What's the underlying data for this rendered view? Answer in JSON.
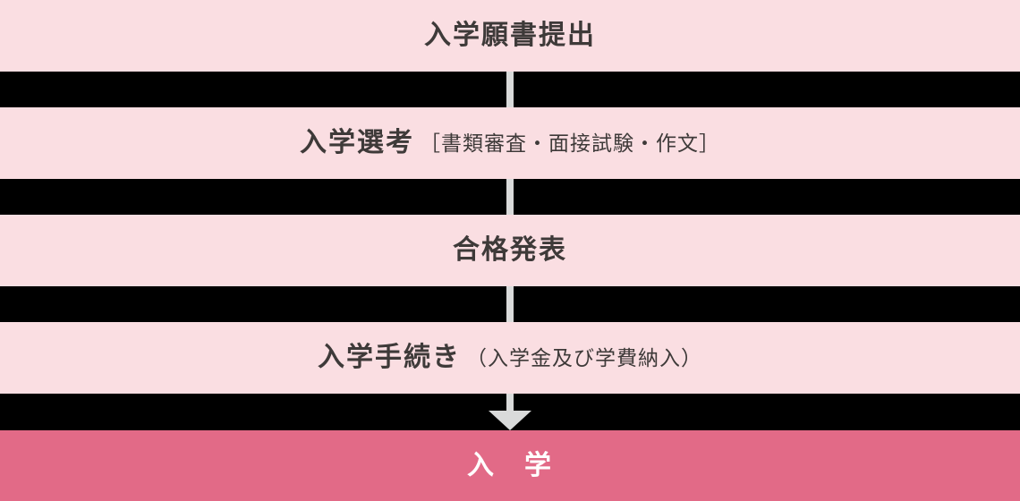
{
  "flow": {
    "steps": [
      {
        "title": "入学願書提出",
        "note": ""
      },
      {
        "title": "入学選考",
        "note": "［書類審査・面接試験・作文］"
      },
      {
        "title": "合格発表",
        "note": ""
      },
      {
        "title": "入学手続き",
        "note": "（入学金及び学費納入）"
      }
    ],
    "final": {
      "title": "入　学"
    },
    "colors": {
      "band_background": "#fadee2",
      "gap_background": "#000000",
      "final_background": "#e26a87",
      "arrow": "#d9dada",
      "heading_text": "#3e3a39",
      "final_text": "#ffffff"
    }
  }
}
